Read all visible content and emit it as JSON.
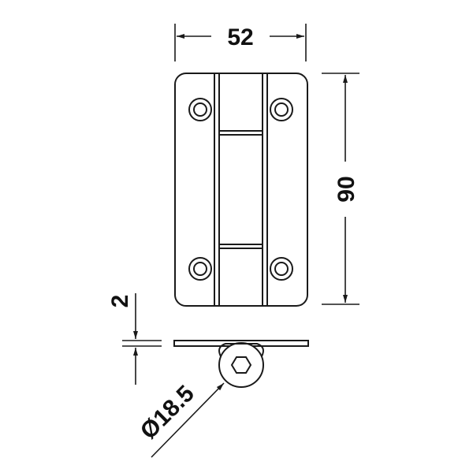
{
  "dimensions": {
    "width": "52",
    "height": "90",
    "thickness": "2",
    "diameter": "Ø18.5"
  },
  "colors": {
    "line": "#1a1a1a",
    "background": "#ffffff"
  }
}
